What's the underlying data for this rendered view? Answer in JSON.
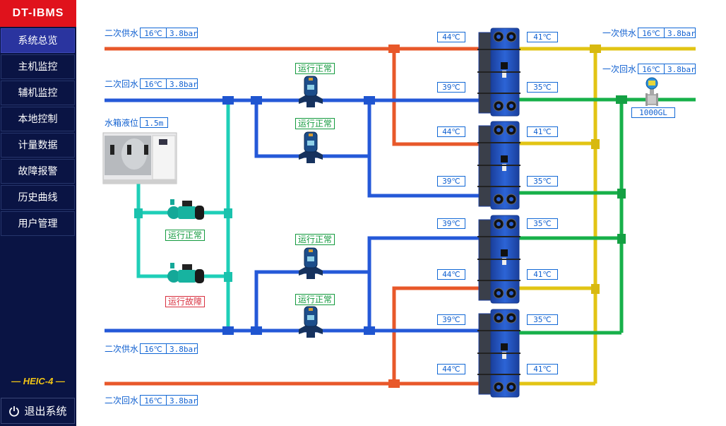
{
  "app": {
    "logo": "DT-IBMS",
    "model": "— HEIC-4 —",
    "logout_label": "退出系统"
  },
  "sidebar": {
    "items": [
      {
        "label": "系统总览",
        "active": true
      },
      {
        "label": "主机监控"
      },
      {
        "label": "辅机监控"
      },
      {
        "label": "本地控制"
      },
      {
        "label": "计量数据"
      },
      {
        "label": "故障报警"
      },
      {
        "label": "历史曲线"
      },
      {
        "label": "用户管理"
      }
    ]
  },
  "sensors": {
    "sec_supply_top": {
      "name": "二次供水",
      "temp": "16℃",
      "pressure": "3.8bar"
    },
    "sec_return_top": {
      "name": "二次回水",
      "temp": "16℃",
      "pressure": "3.8bar"
    },
    "sec_supply_bottom": {
      "name": "二次供水",
      "temp": "16℃",
      "pressure": "3.8bar"
    },
    "sec_return_bottom": {
      "name": "二次回水",
      "temp": "16℃",
      "pressure": "3.8bar"
    },
    "pri_supply": {
      "name": "一次供水",
      "temp": "16℃",
      "pressure": "3.8bar"
    },
    "pri_return": {
      "name": "一次回水",
      "temp": "16℃",
      "pressure": "3.8bar"
    },
    "tank_level": {
      "name": "水箱液位",
      "value": "1.5m"
    },
    "flowmeter": {
      "value": "1000GL"
    }
  },
  "pumps": {
    "circ1": {
      "status": "运行正常"
    },
    "circ2": {
      "status": "运行正常"
    },
    "circ3": {
      "status": "运行正常"
    },
    "circ4": {
      "status": "运行正常"
    },
    "makeup1": {
      "status": "运行正常"
    },
    "makeup2": {
      "status": "运行故障"
    }
  },
  "exchangers": [
    {
      "hot_in": "44℃",
      "cold_in": "39℃",
      "hot_out": "41℃",
      "cold_out": "35℃"
    },
    {
      "hot_in": "44℃",
      "cold_in": "39℃",
      "hot_out": "41℃",
      "cold_out": "35℃"
    },
    {
      "hot_in": "44℃",
      "cold_in": "39℃",
      "hot_out": "41℃",
      "cold_out": "35℃"
    },
    {
      "hot_in": "44℃",
      "cold_in": "39℃",
      "hot_out": "41℃",
      "cold_out": "35℃"
    }
  ],
  "colors": {
    "hot": "#e8582a",
    "return": "#2559d8",
    "makeup": "#1fcfb8",
    "pri_supply": "#e2c414",
    "pri_return": "#17b04a",
    "ok": "#139a3e",
    "fault": "#d8303f"
  }
}
